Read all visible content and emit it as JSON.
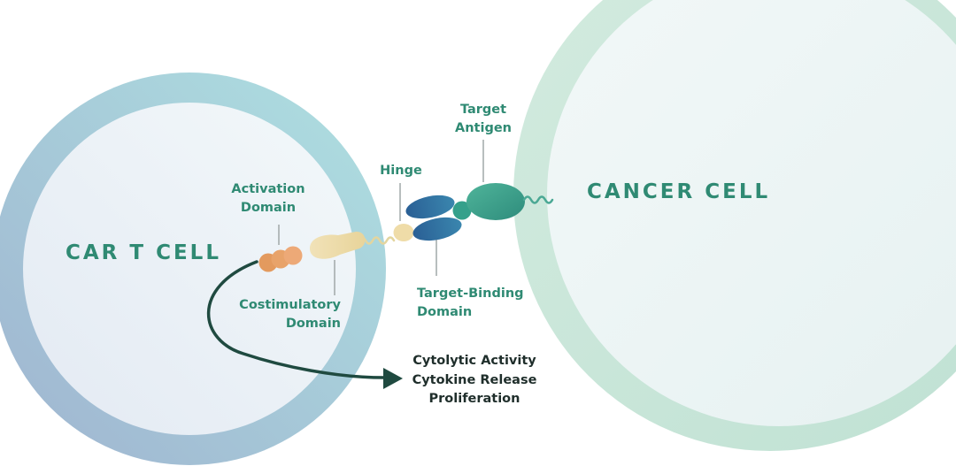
{
  "car_t_cell": {
    "title": "CAR T CELL"
  },
  "cancer_cell": {
    "title": "CANCER CELL"
  },
  "labels": {
    "target_antigen": [
      "Target",
      "Antigen"
    ],
    "hinge": "Hinge",
    "activation_domain": [
      "Activation",
      "Domain"
    ],
    "costimulatory_domain": [
      "Costimulatory",
      "Domain"
    ],
    "target_binding_domain": [
      "Target-Binding",
      "Domain"
    ]
  },
  "outcomes": [
    "Cytolytic Activity",
    "Cytokine Release",
    "Proliferation"
  ],
  "colors": {
    "car_t_ring": "#a6d3db",
    "car_t_inner": "#eef4f7",
    "cancer_ring": "#cfe8dc",
    "cancer_inner": "#edf5f4",
    "label_green": "#2f8a73",
    "activation_orange": "#e39a5e",
    "costim_beige": "#efdca8",
    "binding_blue": "#2f6ea0",
    "antigen_teal": "#3fa18c",
    "arrow_dark": "#1f4a40"
  }
}
